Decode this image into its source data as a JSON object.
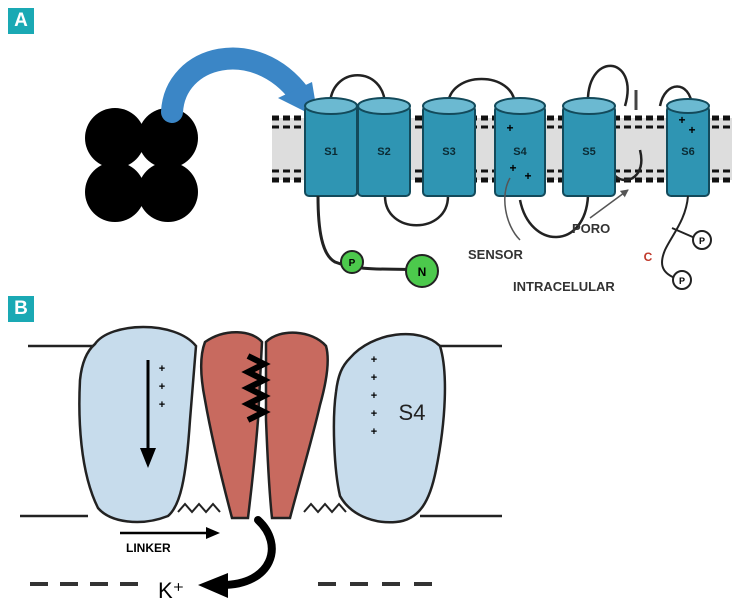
{
  "colors": {
    "panel_label_bg": "#1aa9b4",
    "helix_fill": "#2f95b3",
    "helix_stroke": "#134a5b",
    "membrane_band": "#dddddd",
    "subunit_blue": "#c7dcec",
    "pore_red": "#c86a5f",
    "phospho_green": "#4cc94c",
    "c_terminal_red": "#c0392b",
    "arrow_blue": "#3b86c6"
  },
  "panel_a": {
    "label": "A",
    "segments": [
      "S1",
      "S2",
      "S3",
      "S4",
      "S5",
      "S6"
    ],
    "s4_charges": [
      "+",
      "+",
      "+"
    ],
    "s6_charges": [
      "+",
      "+"
    ],
    "sensor_label": "SENSOR",
    "poro_label": "PORO",
    "intracelular_label": "INTRACELULAR",
    "c_terminal_label": "C",
    "n_terminal_label": "N",
    "phospho_label": "P",
    "tetramer_icon": "four-subunit-tetramer-icon",
    "arrow_icon": "curved-arrow-icon"
  },
  "panel_b": {
    "label": "B",
    "s4_label": "S4",
    "linker_label": "LINKER",
    "ion_label": "K⁺",
    "left_charges": [
      "+",
      "+",
      "+"
    ],
    "right_charges": [
      "+",
      "+",
      "+",
      "+",
      "+"
    ]
  }
}
